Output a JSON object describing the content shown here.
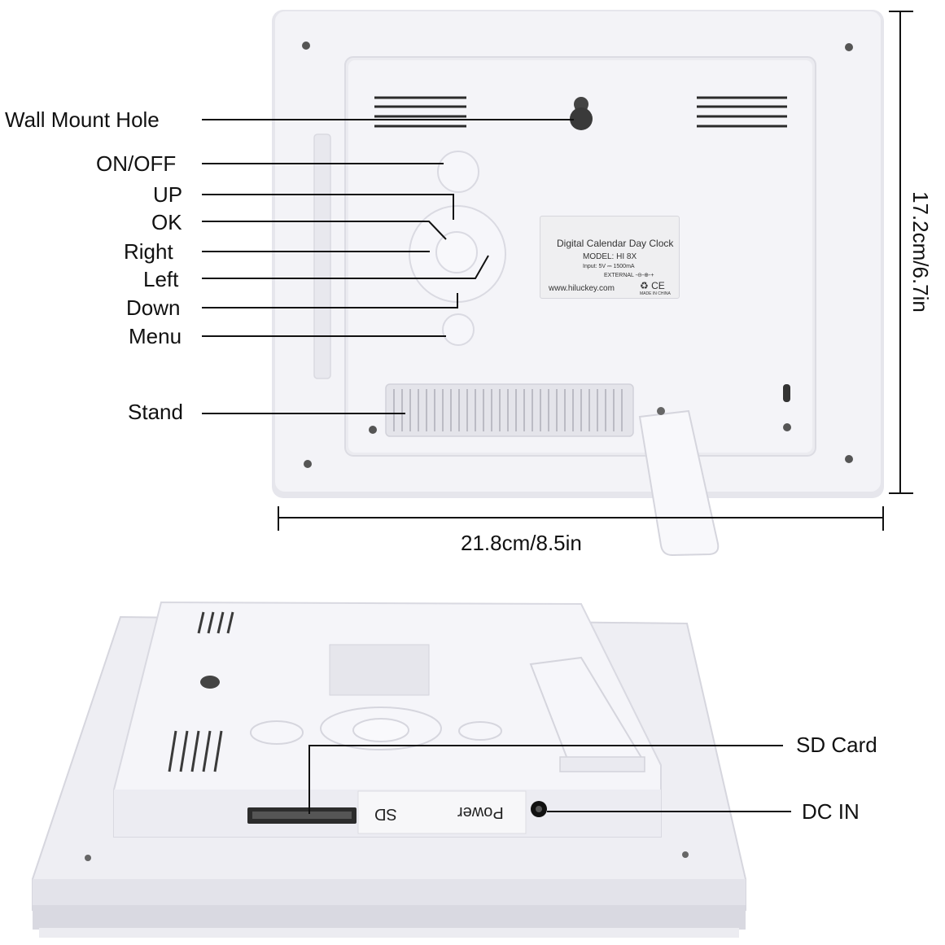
{
  "labels": {
    "wall_mount_hole": "Wall Mount Hole",
    "on_off": "ON/OFF",
    "up": "UP",
    "ok": "OK",
    "right": "Right",
    "left": "Left",
    "down": "Down",
    "menu": "Menu",
    "stand": "Stand",
    "sd_card": "SD Card",
    "dc_in": "DC IN"
  },
  "dimensions": {
    "height": "17.2cm/6.7in",
    "width": "21.8cm/8.5in"
  },
  "sticker": {
    "product": "Digital Calendar Day Clock",
    "model": "MODEL: HI 8X",
    "input": "Input: 5V ⎓ 1500mA",
    "external": "EXTERNAL -⊖-⊕-+",
    "website": "www.hiluckey.com",
    "marks": "♻ CE",
    "origin": "MADE IN CHINA"
  },
  "ports": {
    "sd": "SD",
    "power": "Power"
  },
  "colors": {
    "device_body": "#f1f1f5",
    "device_shadow": "#d7d7df",
    "leader_line": "#111111"
  }
}
